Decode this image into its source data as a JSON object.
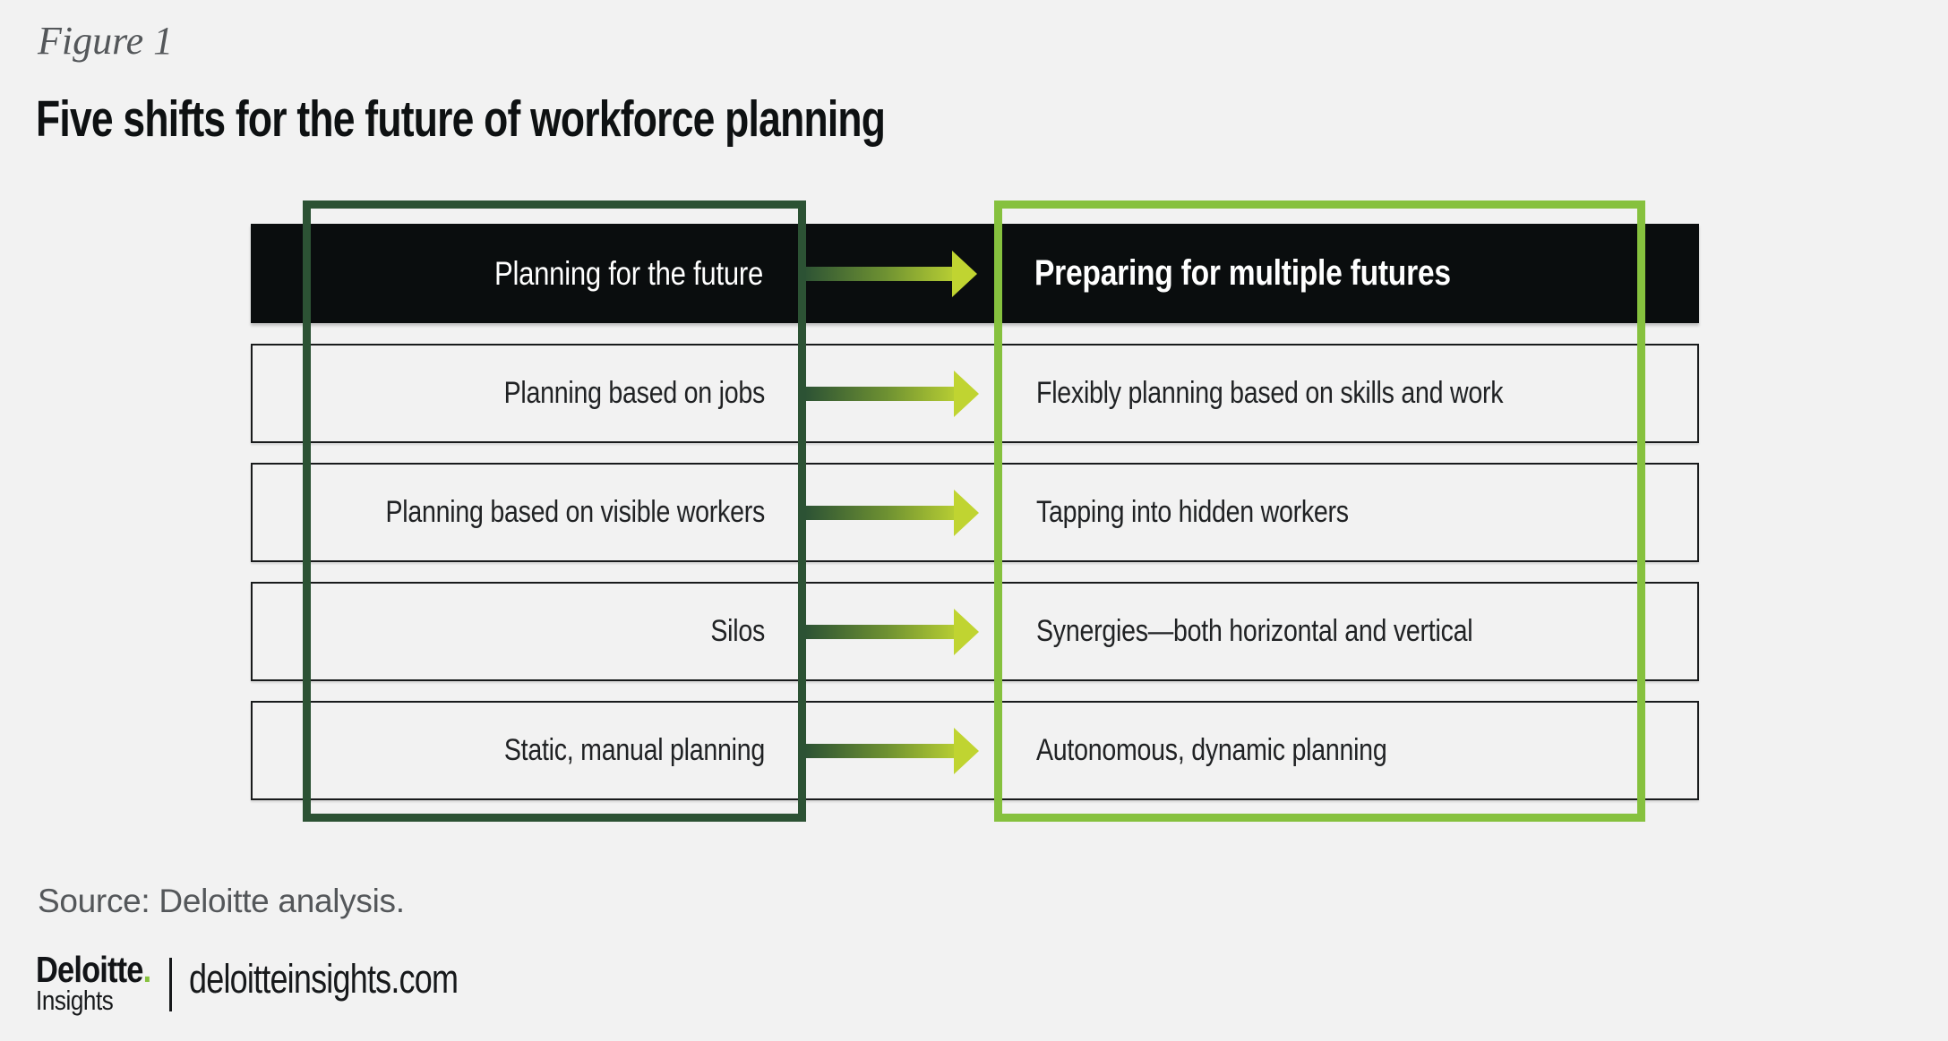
{
  "figure_label": "Figure 1",
  "title": "Five shifts for the future of workforce planning",
  "diagram": {
    "rows": [
      {
        "from": "Planning for the future",
        "to": "Preparing for multiple futures"
      },
      {
        "from": "Planning based on jobs",
        "to": "Flexibly planning based on skills and work"
      },
      {
        "from": "Planning based on visible workers",
        "to": "Tapping into hidden workers"
      },
      {
        "from": "Silos",
        "to": "Synergies—both horizontal and vertical"
      },
      {
        "from": "Static, manual planning",
        "to": "Autonomous, dynamic planning"
      }
    ],
    "colors": {
      "header_row_bg": "#0A0D0E",
      "old_state_frame": "#2C5234",
      "new_state_frame": "#86C13E",
      "arrow_gradient_start": "#2C5234",
      "arrow_gradient_end": "#C0D431",
      "page_bg": "#F2F2F2"
    }
  },
  "source_note": "Source: Deloitte analysis.",
  "footer": {
    "brand": "Deloitte",
    "brand_dot": ".",
    "brand_sub": "Insights",
    "url": "deloitteinsights.com"
  }
}
